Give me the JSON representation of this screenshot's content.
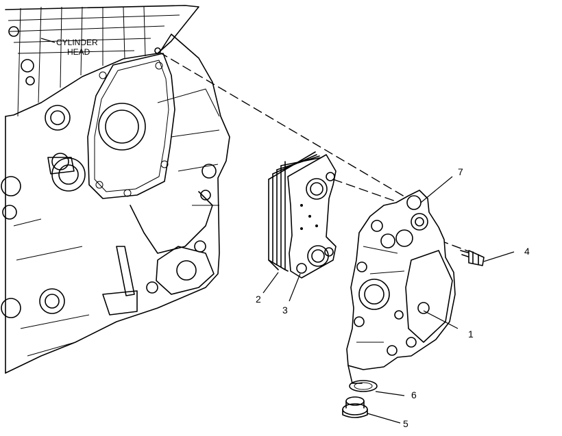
{
  "labels": {
    "cylinder_head_line1": "CYLINDER",
    "cylinder_head_line2": "HEAD"
  },
  "callouts": [
    {
      "id": "1",
      "text": "1"
    },
    {
      "id": "2",
      "text": "2"
    },
    {
      "id": "3",
      "text": "3"
    },
    {
      "id": "4",
      "text": "4"
    },
    {
      "id": "5",
      "text": "5"
    },
    {
      "id": "6",
      "text": "6"
    },
    {
      "id": "7",
      "text": "7"
    }
  ]
}
